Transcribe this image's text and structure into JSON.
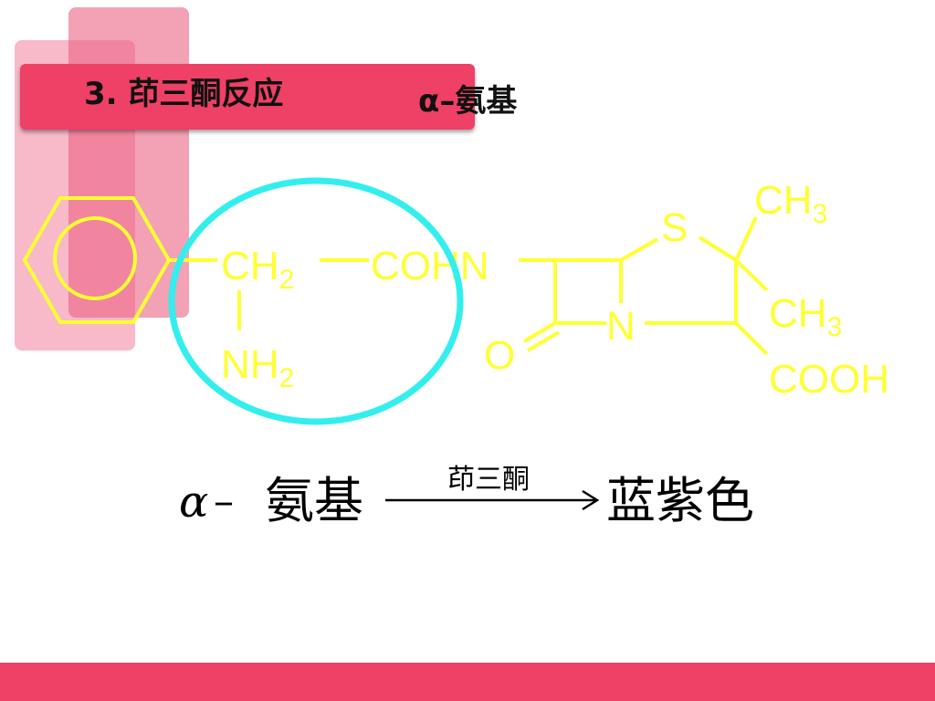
{
  "title": {
    "main": "3.  茚三酮反应",
    "sub": "α–氨基"
  },
  "structure": {
    "ch2": "CH",
    "ch2_sub": "2",
    "cohn": "COHN",
    "nh2": "NH",
    "nh2_sub": "2",
    "s": "S",
    "ring_n": "N",
    "o": "O",
    "ch3_top": "CH",
    "ch3_top_sub": "3",
    "ch3_mid": "CH",
    "ch3_mid_sub": "3",
    "cooh": "COOH"
  },
  "equation": {
    "alpha": "α",
    "minus": "–",
    "left": "氨基",
    "reagent": "茚三酮",
    "right": "蓝紫色"
  },
  "colors": {
    "accent": "#ef4065",
    "structure": "#ffff33",
    "highlight": "#33eeee"
  }
}
